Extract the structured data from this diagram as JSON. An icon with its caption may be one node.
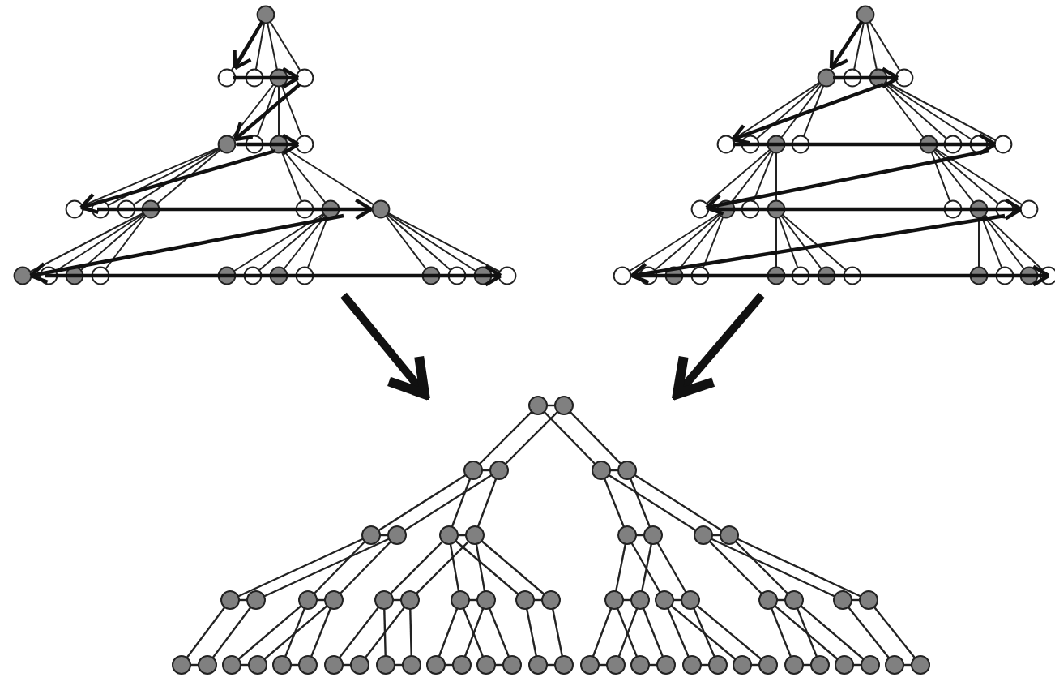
{
  "diagram": {
    "nodes": [
      {
        "text": [],
        "shape": "picture"
      },
      {
        "text": [],
        "shape": "picture"
      },
      {
        "text": [],
        "shape": "picture"
      }
    ],
    "edges": [
      {
        "from": 0,
        "to": 2,
        "arrow": "to"
      },
      {
        "from": 1,
        "to": 2,
        "arrow": "to"
      }
    ]
  }
}
